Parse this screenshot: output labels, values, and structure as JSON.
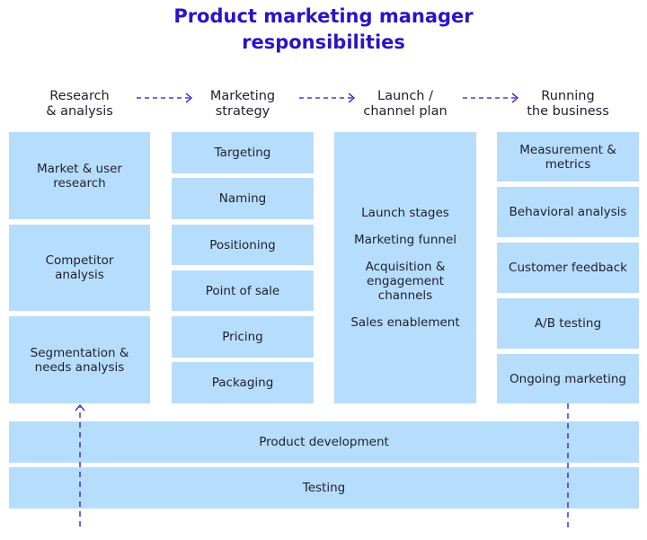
{
  "title": {
    "line1": "Product marketing manager",
    "line2": "responsibilities"
  },
  "columns": [
    {
      "header": [
        "Research",
        "& analysis"
      ],
      "items": [
        [
          "Market & user",
          "research"
        ],
        [
          "Competitor",
          "analysis"
        ],
        [
          "Segmentation &",
          "needs analysis"
        ]
      ]
    },
    {
      "header": [
        "Marketing",
        "strategy"
      ],
      "items": [
        "Targeting",
        "Naming",
        "Positioning",
        "Point of sale",
        "Pricing",
        "Packaging"
      ]
    },
    {
      "header": [
        "Launch /",
        "channel plan"
      ],
      "items": [
        "Launch stages",
        "Marketing funnel",
        "Acquisition & engagement channels",
        "Sales enablement"
      ]
    },
    {
      "header": [
        "Running",
        "the business"
      ],
      "items": [
        [
          "Measurement &",
          "metrics"
        ],
        "Behavioral analysis",
        "Customer feedback",
        "A/B testing",
        "Ongoing marketing"
      ]
    }
  ],
  "bottom": {
    "product_development": "Product development",
    "testing": "Testing"
  },
  "colors": {
    "title": "#2a14c8",
    "box": "#b7ddfc",
    "arrow": "#2a14c8",
    "text": "#1f1f2e"
  }
}
